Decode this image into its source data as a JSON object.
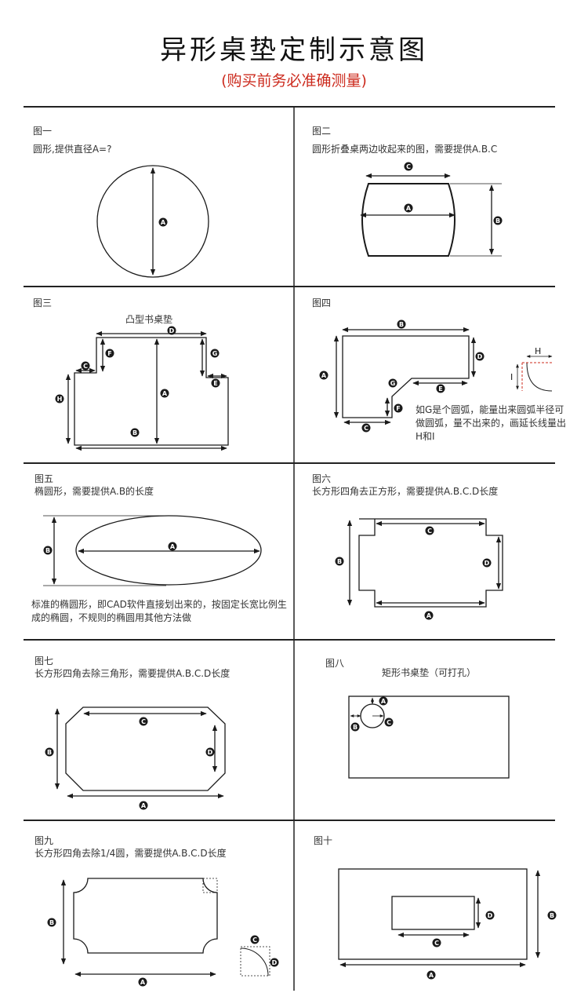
{
  "header": {
    "title": "异形桌垫定制示意图",
    "subtitle": "(购买前务必准确测量)"
  },
  "figures": [
    {
      "label": "图一",
      "desc": "圆形,提供直径A=?"
    },
    {
      "label": "图二",
      "desc": "圆形折叠桌两边收起来的图，需要提供A.B.C"
    },
    {
      "label": "图三",
      "desc": "凸型书桌垫"
    },
    {
      "label": "图四",
      "desc": "",
      "note": "如G是个圆弧，能量出来圆弧半径可做圆弧，量不出来的，画延长线量出H和I"
    },
    {
      "label": "图五",
      "desc": "椭圆形，需要提供A.B的长度",
      "note": "标准的椭圆形，即CAD软件直接划出来的，按固定长宽比例生成的椭圆，不规则的椭圆用其他方法做"
    },
    {
      "label": "图六",
      "desc": "长方形四角去正方形，需要提供A.B.C.D长度"
    },
    {
      "label": "图七",
      "desc": "长方形四角去除三角形，需要提供A.B.C.D长度"
    },
    {
      "label": "图八",
      "desc": "矩形书桌垫（可打孔）"
    },
    {
      "label": "图九",
      "desc": "长方形四角去除1/4圆，需要提供A.B.C.D长度"
    },
    {
      "label": "图十",
      "desc": ""
    }
  ],
  "markers": {
    "A": "A",
    "B": "B",
    "C": "C",
    "D": "D",
    "E": "E",
    "F": "F",
    "G": "G",
    "H": "H",
    "I": "I"
  },
  "colors": {
    "accent": "#cc2b1e",
    "line": "#1a1a1a"
  }
}
